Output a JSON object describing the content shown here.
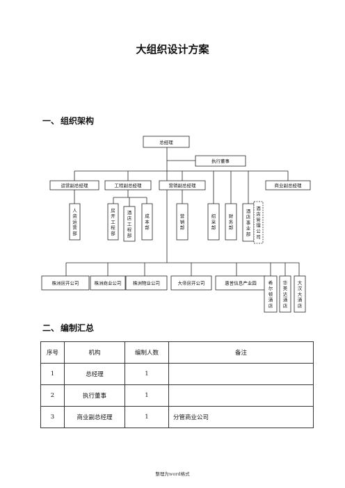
{
  "doc": {
    "title": "大组织设计方案",
    "section1": {
      "num": "一、",
      "label": "组织架构"
    },
    "section2": {
      "num": "二、",
      "label": "编制汇总"
    },
    "footer": "整理为word格式"
  },
  "org": {
    "ceo": "总经理",
    "exec_director": "执行董事",
    "vps": [
      "运营副总经理",
      "工程副总经理",
      "营销副总经理",
      "商业副总经理"
    ],
    "depts": [
      "人资运营部",
      "房开工程部",
      "酒店工程部",
      "成本部",
      "营销部",
      "招采部",
      "财务部",
      "酒店事业部",
      "酒店管理公司"
    ],
    "companies": [
      "株洲房开公司",
      "株洲商业公司",
      "株洲物业公司",
      "大帝房开公司",
      "惠普信息产业园",
      "希尔顿酒店",
      "华美达酒店",
      "大汉大酒店"
    ]
  },
  "table": {
    "headers": [
      "序号",
      "机构",
      "编制人数",
      "备注"
    ],
    "rows": [
      [
        "1",
        "总经理",
        "1",
        ""
      ],
      [
        "2",
        "执行董事",
        "1",
        ""
      ],
      [
        "3",
        "商业副总经理",
        "1",
        "分管商业公司"
      ]
    ]
  }
}
